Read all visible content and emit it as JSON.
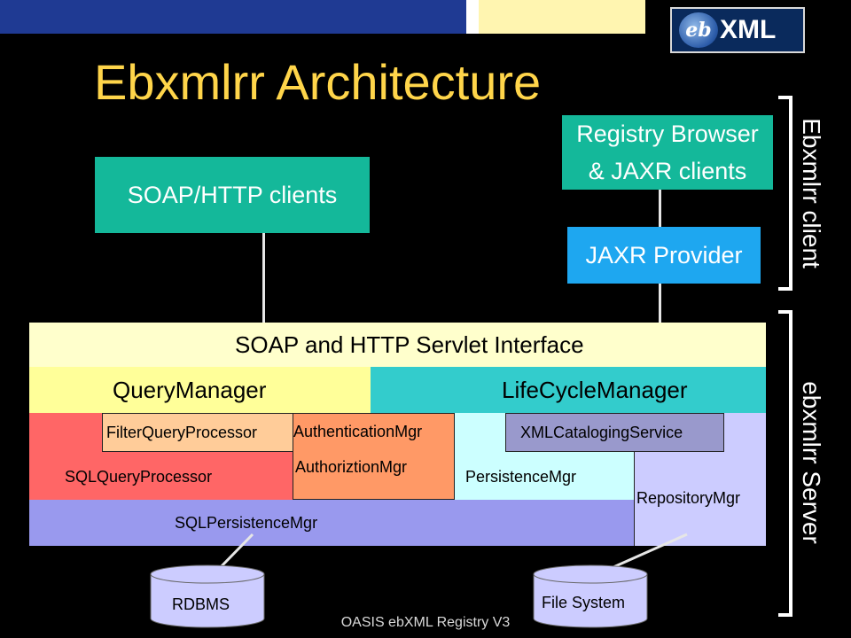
{
  "title": "Ebxmlrr Architecture",
  "logo": {
    "emblem": "eb",
    "text": "XML"
  },
  "clients": {
    "soap_http": "SOAP/HTTP clients",
    "registry_browser_line1": "Registry Browser",
    "registry_browser_line2": "& JAXR clients",
    "jaxr_provider": "JAXR Provider"
  },
  "server": {
    "servlet_interface": "SOAP  and HTTP Servlet Interface",
    "query_manager": "QueryManager",
    "lifecycle_manager": "LifeCycleManager",
    "filter_query_processor": "FilterQueryProcessor",
    "sql_query_processor": "SQLQueryProcessor",
    "authentication_mgr": "AuthenticationMgr",
    "authorization_mgr": "AuthoriztionMgr",
    "persistence_mgr": "PersistenceMgr",
    "xml_cataloging_service": "XMLCatalogingService",
    "repository_mgr": "RepositoryMgr",
    "sql_persistence_mgr": "SQLPersistenceMgr"
  },
  "storage": {
    "rdbms": "RDBMS",
    "file_system": "File System"
  },
  "side_labels": {
    "client": "Ebxmlrr client",
    "server": "ebxmlrr Server"
  },
  "footer": "OASIS ebXML Registry V3",
  "colors": {
    "title": "#ffd54a",
    "client_box": "#14b89a",
    "jaxr_provider": "#1ea7f0",
    "servlet": "#ffffcc",
    "query_manager": "#ffff99",
    "lifecycle_manager": "#33cccc",
    "sql_query_processor": "#ff6666",
    "filter_query_processor": "#ffcc99",
    "auth": "#ff9966",
    "persistence": "#ccffff",
    "xml_cataloging": "#9999cc",
    "repository": "#ccccff",
    "sql_persistence": "#9999ee",
    "storage": "#ccccff"
  }
}
